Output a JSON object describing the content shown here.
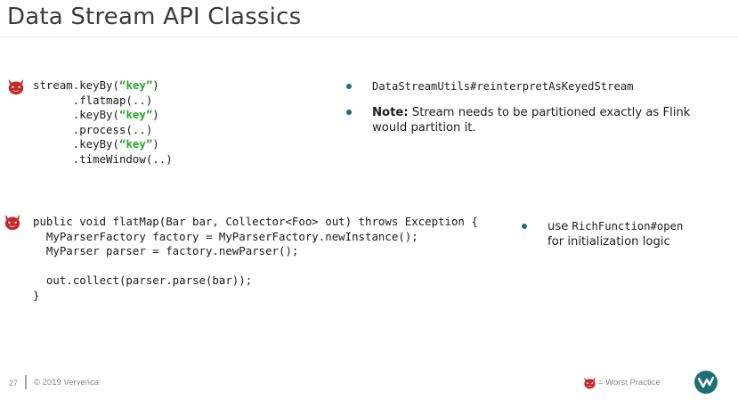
{
  "title": "Data Stream API Classics",
  "section1": {
    "code": {
      "line1_pre": "stream.keyBy(",
      "line1_kw": "“key”",
      "line1_post": ")",
      "line2": "      .flatmap(..)",
      "line3_pre": "      .keyBy(",
      "line3_kw": "“key”",
      "line3_post": ")",
      "line4": "      .process(..)",
      "line5_pre": "      .keyBy(",
      "line5_kw": "“key”",
      "line5_post": ")",
      "line6": "      .timeWindow(..)"
    },
    "bullets": {
      "b1": "DataStreamUtils#reinterpretAsKeyedStream",
      "b2_bold": "Note:",
      "b2_text": " Stream needs to be partitioned exactly as Flink would partition it."
    }
  },
  "section2": {
    "code": {
      "line1": "public void flatMap(Bar bar, Collector<Foo> out) throws Exception {",
      "line2": "  MyParserFactory factory = MyParserFactory.newInstance();",
      "line3": "  MyParser parser = factory.newParser();",
      "line4": "",
      "line5": "  out.collect(parser.parse(bar));",
      "line6": "}"
    },
    "bullet": {
      "pre": "use ",
      "mono": "RichFunction#open",
      "post": "for initialization logic"
    }
  },
  "footer": {
    "page_number": "27",
    "copyright": "© 2019 Ververica",
    "legend": "= Worst Practice"
  },
  "icons": {
    "devil": "devil-icon",
    "logo": "ververica-logo-icon"
  },
  "colors": {
    "keyword": "#2aa52a",
    "bullet": "#1e6f75",
    "devil": "#c62828",
    "logo": "#1e6f75"
  }
}
